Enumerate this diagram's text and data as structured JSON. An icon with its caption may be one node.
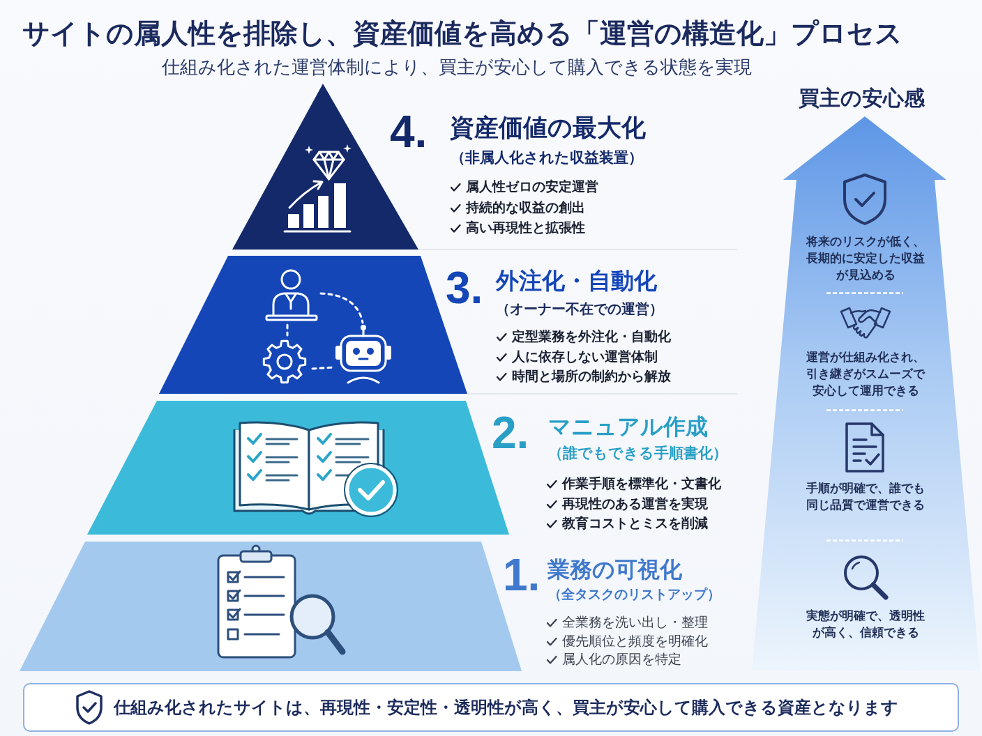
{
  "diagram": {
    "title": "サイトの属人性を排除し、資産価値を高める「運営の構造化」プロセス",
    "nodes": [
      {
        "text": [
          "4.",
          "資産価値の最大化",
          "（非属人化された収益装置）",
          "属人性ゼロの安定運営",
          "持続的な収益の創出",
          "高い再現性と拡張性"
        ]
      },
      {
        "text": [
          "3.",
          "外注化・自動化",
          "（オーナー不在での運営）",
          "定型業務を外注化・自動化",
          "人に依存しない運営体制",
          "時間と場所の制約から解放"
        ]
      },
      {
        "text": [
          "2.",
          "マニュアル作成",
          "（誰でもできる手順書化）",
          "作業手順を標準化・文書化",
          "再現性のある運営を実現",
          "教育コストとミスを削減"
        ]
      },
      {
        "text": [
          "1.",
          "業務の可視化",
          "（全タスクのリストアップ）",
          "全業務を洗い出し・整理",
          "優先順位と頻度を明確化",
          "属人化の原因を特定"
        ]
      },
      {
        "text": [
          "買主の安心感",
          "将来のリスクが低く、長期的に安定した収益が見込める",
          "運営が仕組み化され、引き継ぎがスムーズで安心して運用できる",
          "手順が明確で、誰でも同じ品質で運営できる",
          "実態が明確で、透明性が高く、信頼できる"
        ]
      },
      {
        "text": [
          "仕組み化されたサイトは、再現性・安定性・透明性が高く、買主が安心して購入できる資産となります"
        ]
      }
    ],
    "labels": [
      "仕組み化された運営体制により、買主が安心して購入できる状態を実現"
    ]
  }
}
